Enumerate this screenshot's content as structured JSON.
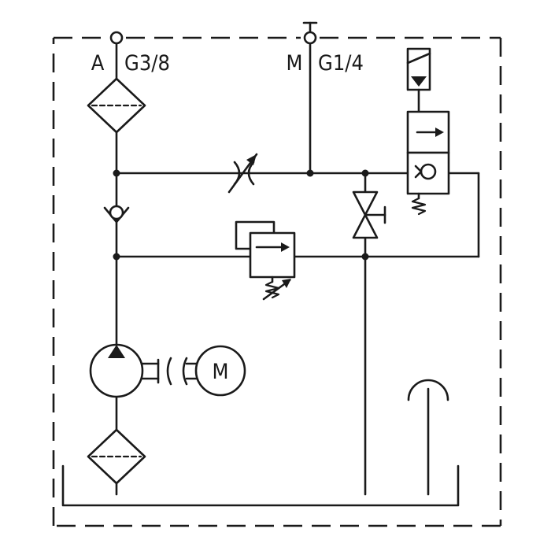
{
  "ports": {
    "a": {
      "letter": "A",
      "thread": "G3/8"
    },
    "m": {
      "letter": "M",
      "thread": "G1/4"
    }
  },
  "motor": {
    "label": "M"
  }
}
